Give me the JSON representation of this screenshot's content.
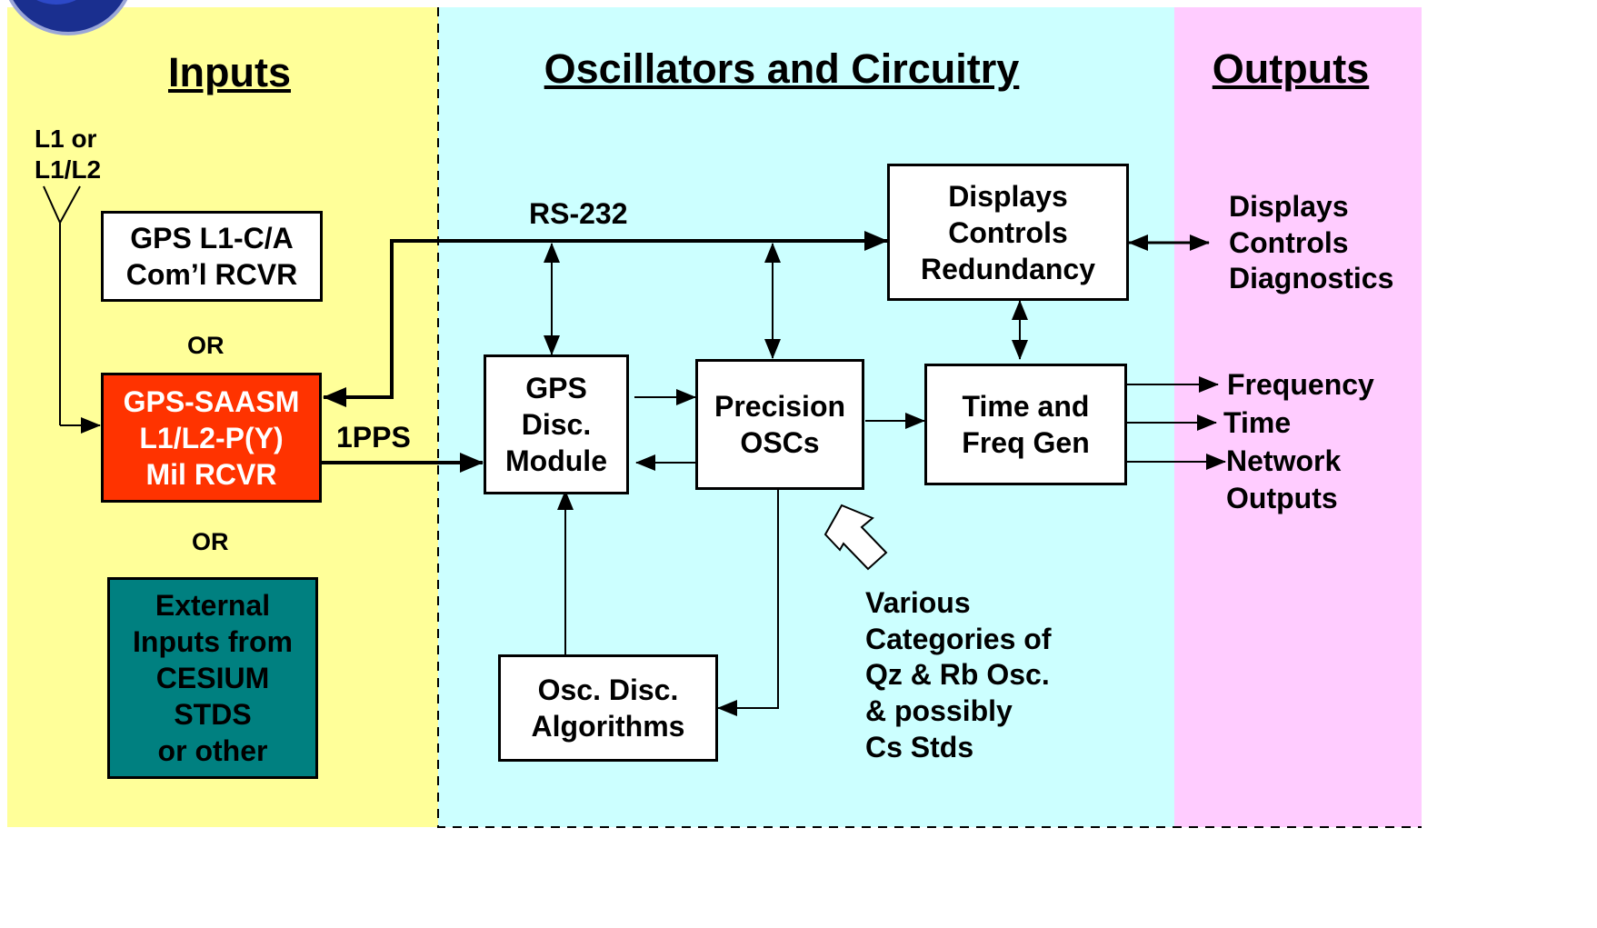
{
  "headers": {
    "inputs": "Inputs",
    "oscillators": "Oscillators and Circuitry",
    "outputs": "Outputs"
  },
  "antenna_label": "L1 or\nL1/L2",
  "inputs": {
    "gps_com": "GPS L1-C/A\nCom’l RCVR",
    "or1": "OR",
    "gps_mil": "GPS-SAASM\nL1/L2-P(Y)\nMil RCVR",
    "or2": "OR",
    "external": "External\nInputs from\nCESIUM\nSTDS\nor other"
  },
  "signals": {
    "rs232": "RS-232",
    "pps": "1PPS"
  },
  "blocks": {
    "displays": "Displays\nControls\nRedundancy",
    "gps_disc": "GPS\nDisc.\nModule",
    "precision": "Precision\nOSCs",
    "timefreq": "Time and\nFreq Gen",
    "algorithms": "Osc. Disc.\nAlgorithms"
  },
  "note": "Various\nCategories of\nQz & Rb Osc.\n& possibly\nCs Stds",
  "outputs": {
    "displays": "Displays\nControls\nDiagnostics",
    "frequency": "Frequency",
    "time": "Time",
    "network": "Network\nOutputs"
  },
  "colors": {
    "inputs_bg": "#FFFF99",
    "oscillators_bg": "#CCFFFF",
    "outputs_bg": "#FFCCFF",
    "mil_rcvr": "#FF3300",
    "external": "#008080",
    "logo": "#1a2f8f"
  },
  "icons": {
    "logo": "blue-sphere-logo-icon",
    "antenna": "antenna-icon",
    "hollow_arrow": "hollow-pointer-arrow-icon"
  }
}
